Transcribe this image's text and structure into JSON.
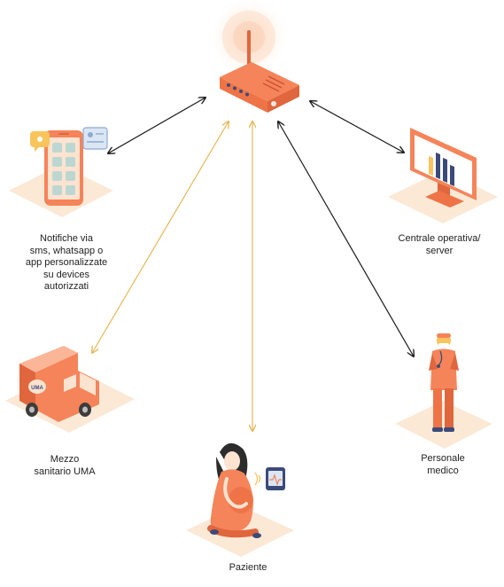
{
  "nodes": {
    "router": {
      "label": ""
    },
    "notifiche": {
      "label": "Notifiche via\nsms, whatsapp o\napp personalizzate\nsu devices\nautorizzati"
    },
    "centrale": {
      "label": "Centrale operativa/\nserver"
    },
    "mezzo": {
      "label": "Mezzo\nsanitario UMA"
    },
    "personale": {
      "label": "Personale\nmedico"
    },
    "paziente": {
      "label": "Paziente"
    }
  },
  "truck_logo": "UMA",
  "colors": {
    "orange": "#f5845a",
    "orange_dark": "#e0663d",
    "peach": "#fbe3cc",
    "tile": "#fbe9d6",
    "link_black": "#1a1a1a",
    "link_gold": "#e8b85a"
  }
}
